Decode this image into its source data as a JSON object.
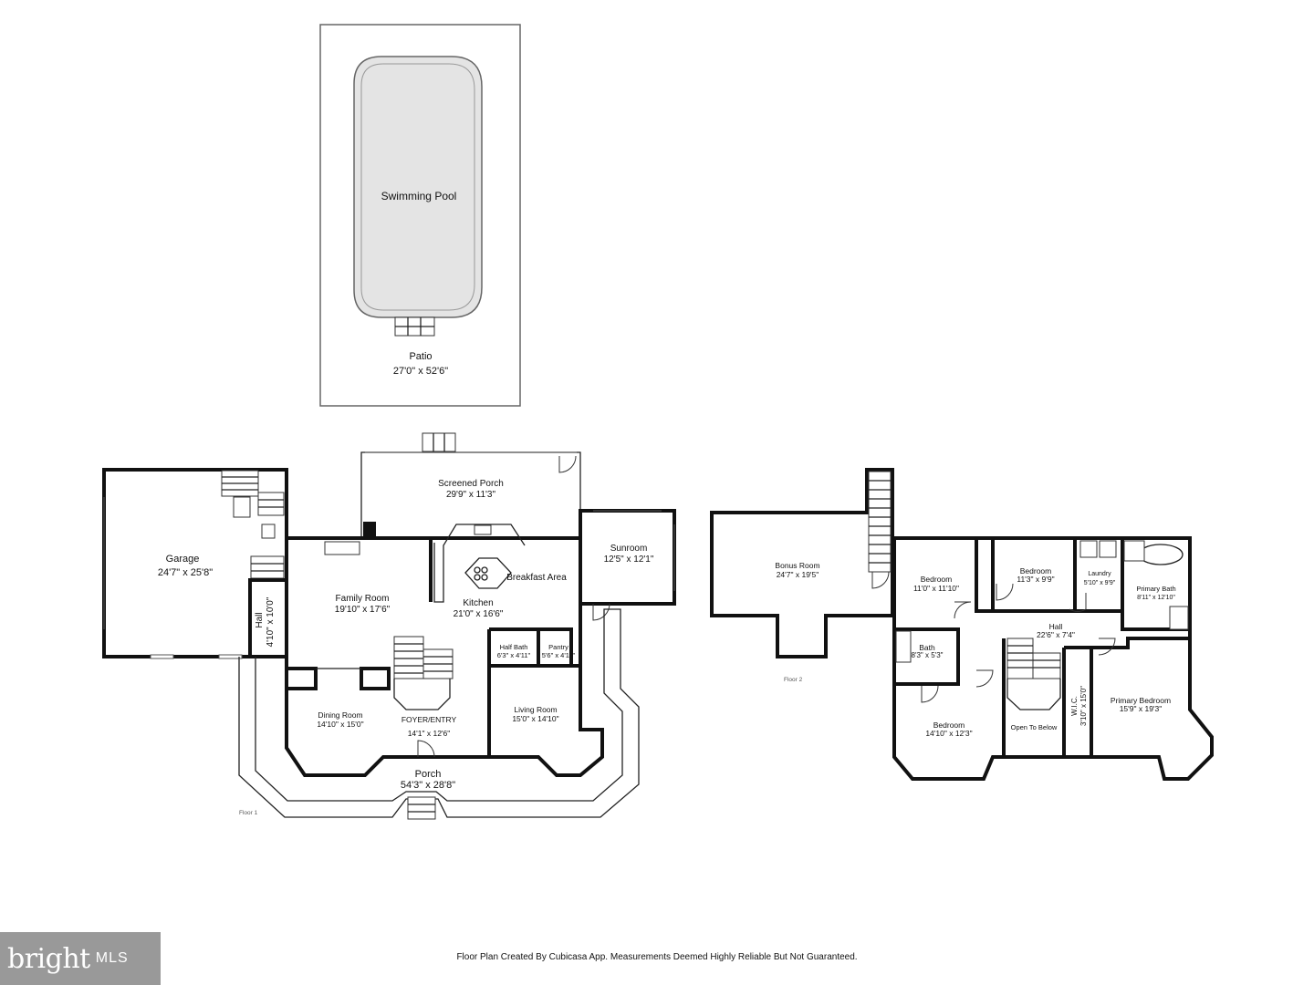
{
  "pool": {
    "name": "Swimming Pool"
  },
  "patio": {
    "name": "Patio",
    "dim": "27'0\" x 52'6\""
  },
  "floor1": {
    "label": "Floor 1",
    "rooms": {
      "garage": {
        "name": "Garage",
        "dim": "24'7\" x 25'8\""
      },
      "hall": {
        "name": "Hall",
        "dim": "4'10\" x 10'0\""
      },
      "screened_porch": {
        "name": "Screened Porch",
        "dim": "29'9\" x 11'3\""
      },
      "sunroom": {
        "name": "Sunroom",
        "dim": "12'5\" x 12'1\""
      },
      "family_room": {
        "name": "Family Room",
        "dim": "19'10\" x 17'6\""
      },
      "kitchen": {
        "name": "Kitchen",
        "dim": "21'0\" x 16'6\""
      },
      "breakfast_area": {
        "name": "Breakfast Area"
      },
      "half_bath": {
        "name": "Half Bath",
        "dim": "6'3\" x 4'11\""
      },
      "pantry": {
        "name": "Pantry",
        "dim": "5'6\" x 4'11\""
      },
      "dining_room": {
        "name": "Dining Room",
        "dim": "14'10\" x 15'0\""
      },
      "foyer": {
        "name": "FOYER/ENTRY",
        "dim": "14'1\" x 12'6\""
      },
      "living_room": {
        "name": "Living Room",
        "dim": "15'0\" x 14'10\""
      },
      "porch": {
        "name": "Porch",
        "dim": "54'3\" x 28'8\""
      }
    }
  },
  "floor2": {
    "label": "Floor 2",
    "rooms": {
      "bonus_room": {
        "name": "Bonus Room",
        "dim": "24'7\" x 19'5\""
      },
      "bedroom_a": {
        "name": "Bedroom",
        "dim": "11'0\" x 11'10\""
      },
      "bedroom_b": {
        "name": "Bedroom",
        "dim": "11'3\" x 9'9\""
      },
      "laundry": {
        "name": "Laundry",
        "dim": "5'10\" x 9'9\""
      },
      "primary_bath": {
        "name": "Primary Bath",
        "dim": "8'11\" x 12'10\""
      },
      "hall": {
        "name": "Hall",
        "dim": "22'6\" x 7'4\""
      },
      "bath": {
        "name": "Bath",
        "dim": "8'3\" x 5'3\""
      },
      "wic": {
        "name": "W.I.C.",
        "dim": "3'10\" x 15'0\""
      },
      "primary_bedroom": {
        "name": "Primary Bedroom",
        "dim": "15'9\" x 19'3\""
      },
      "bedroom_c": {
        "name": "Bedroom",
        "dim": "14'10\" x 12'3\""
      },
      "open_to_below": {
        "name": "Open To Below"
      }
    }
  },
  "footer": {
    "disclaimer": "Floor Plan Created By Cubicasa App. Measurements Deemed Highly Reliable But Not Guaranteed.",
    "logo_word": "bright",
    "logo_mls": "MLS",
    "logo_bg": "#999999"
  }
}
